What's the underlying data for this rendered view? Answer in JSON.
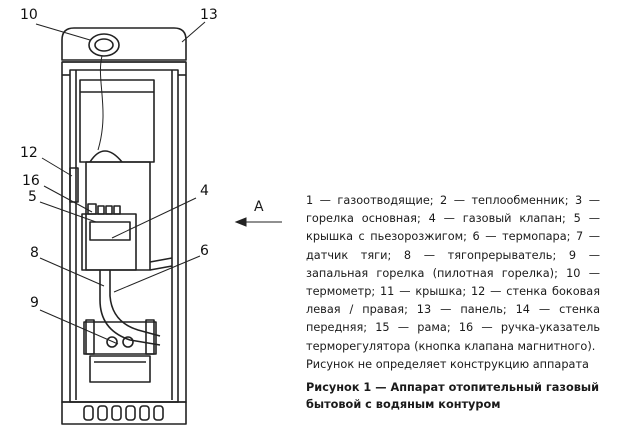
{
  "callouts": [
    "10",
    "13",
    "12",
    "16",
    "5",
    "4",
    "8",
    "6",
    "9"
  ],
  "view_arrow": "A",
  "legend": {
    "text": "1 — газоотводящие; 2 — теплообменник; 3 — горелка основная; 4 — газовый клапан; 5 — крышка с пьезорозжигом; 6 — термопара; 7 — датчик тяги; 8 — тягопрерыватель; 9 — запальная горелка (пилотная горелка); 10 — термометр; 11 — крышка; 12 — стенка боковая левая / правая; 13 — панель; 14 — стенка передняя; 15 — рама; 16 — ручка-указатель терморегулятора (кнопка клапана магнитного).",
    "note": "Рисунок не определяет конструкцию аппарата"
  },
  "caption": "Рисунок 1 — Аппарат отопительный газовый бытовой с водяным контуром"
}
